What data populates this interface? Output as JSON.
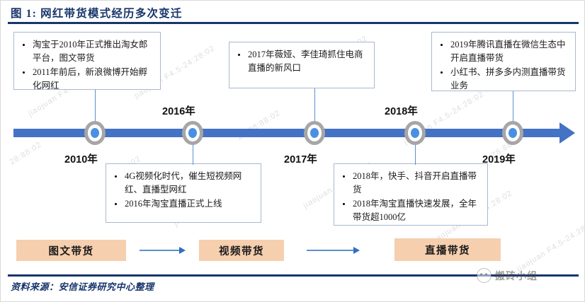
{
  "header": {
    "title": "图 1: 网红带货模式经历多次变迁",
    "rule_color": "#17356b"
  },
  "palette": {
    "timeline_blue": "#4472c4",
    "node_ring": "#a6a6a6",
    "node_dot": "#4a90e2",
    "box_border": "#aab8d0",
    "flow_fill": "#f6cfaf",
    "arrow_blue": "#5b8fd0",
    "title_blue": "#17356b"
  },
  "info_boxes": [
    {
      "id": "box-2010",
      "position": "above",
      "bullets": [
        "淘宝于2010年正式推出淘女郎平台，图文带货",
        "2011年前后，新浪微博开始孵化网红"
      ]
    },
    {
      "id": "box-2016",
      "position": "below",
      "bullets": [
        "4G视频化时代，催生短视频网红、直播型网红",
        "2016年淘宝直播正式上线"
      ]
    },
    {
      "id": "box-2017",
      "position": "above",
      "bullets": [
        "2017年薇娅、李佳琦抓住电商直播的新风口"
      ]
    },
    {
      "id": "box-2018",
      "position": "below",
      "bullets": [
        "2018年，快手、抖音开启直播带货",
        "2018年淘宝直播快速发展，全年带货超1000亿"
      ]
    },
    {
      "id": "box-2019",
      "position": "above",
      "bullets": [
        "2019年腾讯直播在微信生态中开启直播带货",
        "小红书、拼多多内测直播带货业务"
      ]
    }
  ],
  "timeline": {
    "nodes": [
      {
        "year": "2010年",
        "label_position": "below"
      },
      {
        "year": "2016年",
        "label_position": "above"
      },
      {
        "year": "2017年",
        "label_position": "below"
      },
      {
        "year": "2018年",
        "label_position": "above"
      },
      {
        "year": "2019年",
        "label_position": "below"
      }
    ]
  },
  "flow": {
    "stages": [
      "图文带货",
      "视频带货",
      "直播带货"
    ]
  },
  "footer": {
    "source": "资料来源：安信证券研究中心整理"
  },
  "watermark": {
    "logo_text": "搬砖小组",
    "tiles": [
      "jiaojuan F4.5-24:28:02",
      "28:88:02",
      "jiaojuan F4.5-24:28:02",
      "28:88:02",
      "jiaojuan F4.5",
      "24:28:88:02",
      "jiaojuan F4.5-24:28",
      "28:88:02",
      "jiaojuan F4.5-24:28:02",
      "28:88:02",
      "jiaojuan F4.5-24:28:02",
      "jiaojuan F4.5-24:28:02"
    ]
  }
}
